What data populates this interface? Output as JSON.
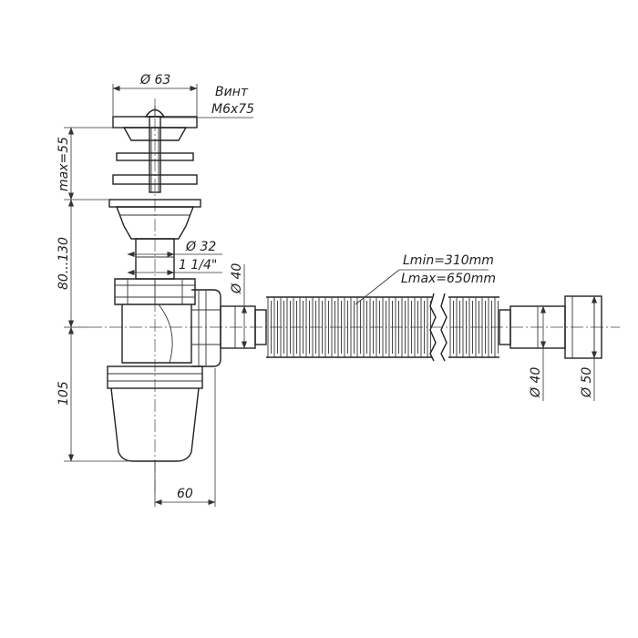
{
  "labels": {
    "d63": "Ø 63",
    "screw_title": "Винт",
    "screw_size": "M6x75",
    "max55": "max=55",
    "range80_130": "80...130",
    "d32": "Ø 32",
    "thread": "1 1/4\"",
    "d40_top": "Ø 40",
    "lmin": "Lmin=310mm",
    "lmax": "Lmax=650mm",
    "dim105": "105",
    "dim60": "60",
    "d40_right": "Ø 40",
    "d50": "Ø 50"
  },
  "colors": {
    "line": "#222222",
    "background": "#ffffff"
  }
}
